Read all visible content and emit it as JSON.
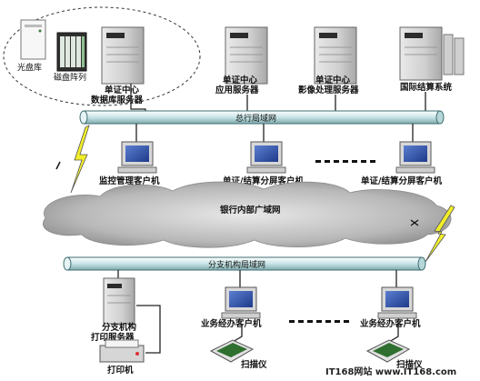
{
  "storage": {
    "optical_label": "光盘库",
    "disk_array_label": "磁盘阵列"
  },
  "servers": {
    "db_line1": "单证中心",
    "db_line2": "数据库服务器",
    "app_line1": "单证中心",
    "app_line2": "应用服务器",
    "img_line1": "单证中心",
    "img_line2": "影像处理服务器",
    "intl_label": "国际结算系统"
  },
  "hq_lan_label": "总行局域网",
  "hq_clients": {
    "monitor_label": "监控管理客户机",
    "split1_label": "单证/结算分屏客户机",
    "split2_label": "单证/结算分屏客户机"
  },
  "wan_label": "银行内部广域网",
  "branch_lan_label": "分支机构局域网",
  "branch": {
    "print_line1": "分支机构",
    "print_line2": "打印服务器",
    "printer_label": "打印机",
    "client1_label": "业务经办客户机",
    "client2_label": "业务经办客户机",
    "scanner1_label": "扫描仪",
    "scanner2_label": "扫描仪"
  },
  "watermark": "IT168网站 www.IT168.com",
  "colors": {
    "pipe": "#cfe8ea",
    "pipe_edge": "#3f6e73",
    "bolt": "#f2ee2a",
    "cloud": "#9a9a9a"
  }
}
